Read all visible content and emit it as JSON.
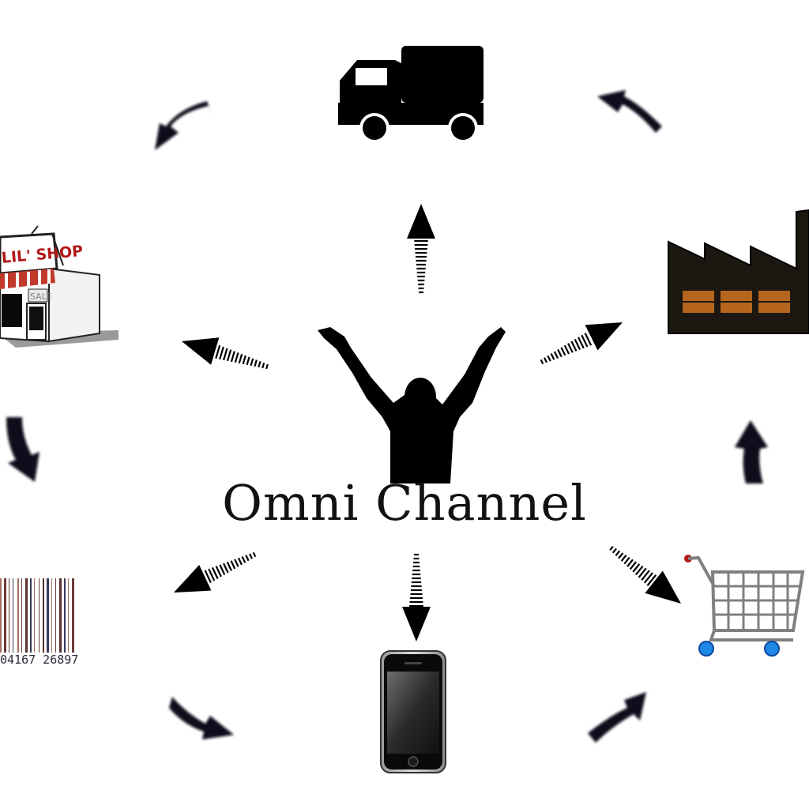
{
  "title": "Omni Channel",
  "shop_sign": "LIL' SHOP",
  "shop_window_text": "SALE",
  "barcode_digits": "04167  26897",
  "icons": [
    "person-arms-raised-icon",
    "delivery-truck-icon",
    "factory-icon",
    "shopping-cart-icon",
    "smartphone-icon",
    "barcode-icon",
    "shop-storefront-icon"
  ],
  "colors": {
    "arrow": "#0c0c1e",
    "factory_windows": "#b5651d",
    "factory_body": "#1c1710",
    "cart_wheels": "#1e88e5",
    "shop_awning": "#c0392b"
  }
}
